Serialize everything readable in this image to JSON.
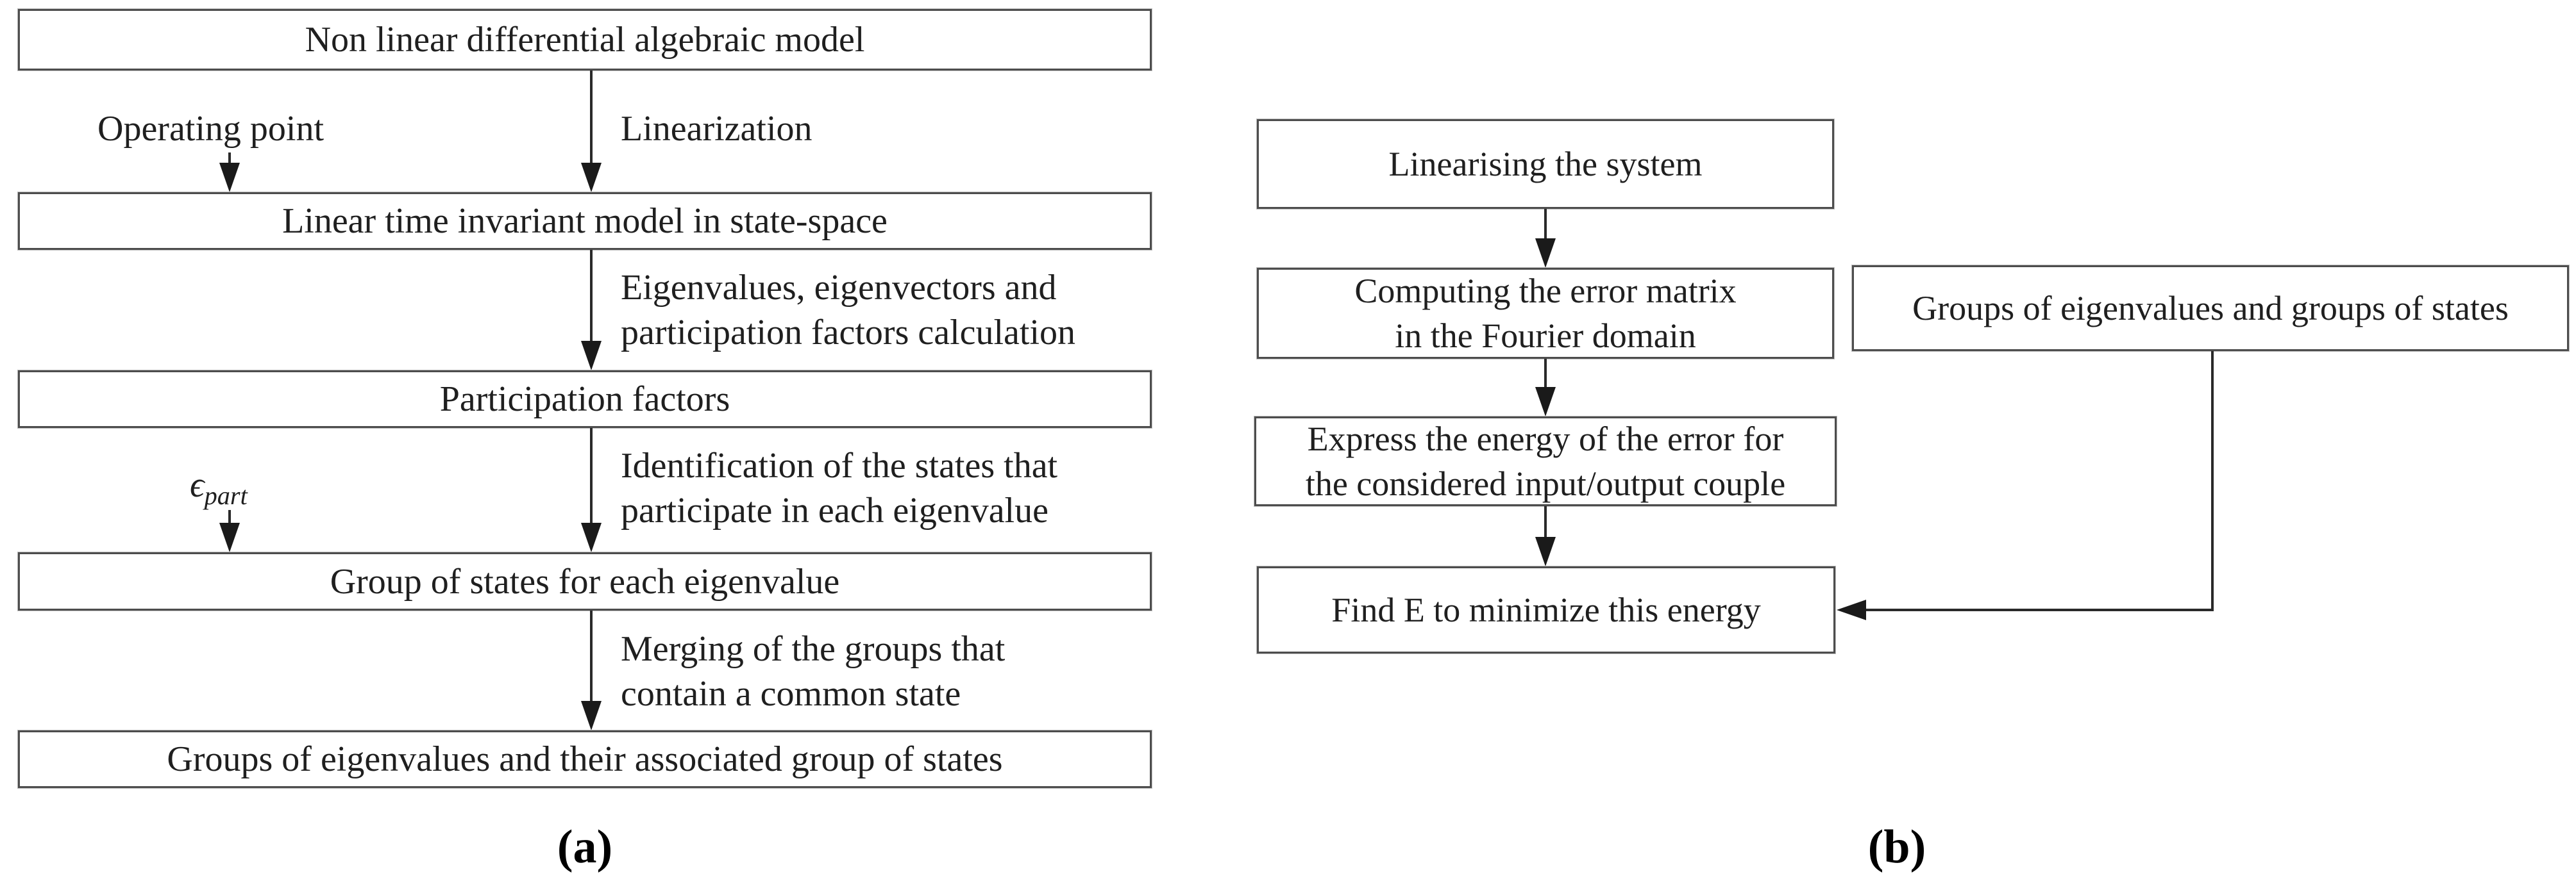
{
  "figure": {
    "caption_a": "(a)",
    "caption_b": "(b)"
  },
  "diagram_a": {
    "boxes": {
      "model": "Non linear differential algebraic model",
      "lti": "Linear time invariant model in state-space",
      "participation": "Participation factors",
      "group_states": "Group of states for each eigenvalue",
      "groups_assoc": "Groups of eigenvalues and their associated group of states"
    },
    "labels": {
      "operating_point": "Operating point",
      "linearization": "Linearization",
      "eigen_calc_1": "Eigenvalues, eigenvectors and",
      "eigen_calc_2": "participation factors calculation",
      "epsilon_symbol": "ϵ",
      "epsilon_subscript": "part",
      "identification_1": "Identification of the states that",
      "identification_2": "participate in each eigenvalue",
      "merging_1": "Merging of the groups that",
      "merging_2": "contain a common state"
    }
  },
  "diagram_b": {
    "boxes": {
      "linearising": "Linearising the system",
      "computing_1": "Computing the error matrix",
      "computing_2": "in the Fourier domain",
      "groups": "Groups of eigenvalues and groups of states",
      "express_1": "Express the energy of the error for",
      "express_2": "the considered input/output couple",
      "find_e": "Find E to minimize this energy"
    }
  },
  "colors": {
    "box_border": "#4d4d4d",
    "arrow": "#1e1e1e",
    "text": "#1f1f1f",
    "background": "#ffffff"
  }
}
